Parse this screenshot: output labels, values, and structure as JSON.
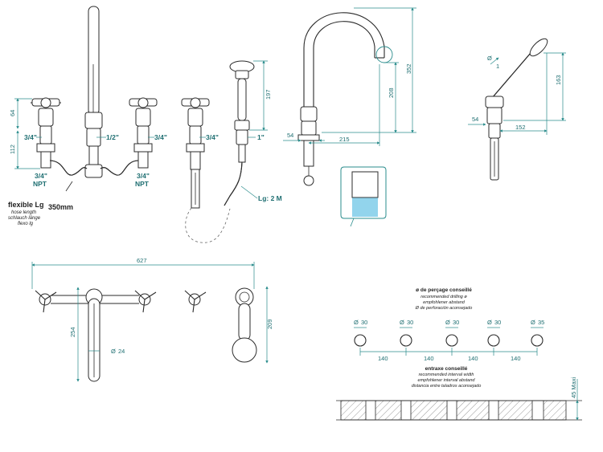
{
  "colors": {
    "dimension": "#2a8c8c",
    "dimension_text": "#1f6f72",
    "line": "#2b2b2b",
    "water": "#6ec6e6"
  },
  "front_view": {
    "dim_64": "64",
    "dim_112": "112",
    "left_thread": "3/4\"",
    "spout_thread": "1/2\"",
    "right_thread": "3/4\"",
    "left_npt_a": "3/4\"",
    "left_npt_b": "NPT",
    "right_npt_a": "3/4\"",
    "right_npt_b": "NPT",
    "hose_title": "flexible Lg",
    "hose_lines": [
      "hose length",
      "schlauch länge",
      "flexo lg"
    ],
    "hose_length": "350mm"
  },
  "diverter_view": {
    "thread": "3/4\""
  },
  "handshower_view": {
    "dim_197": "197",
    "thread": "1\"",
    "hose_length": "Lg: 2 M"
  },
  "spout_view": {
    "dim_352": "352",
    "dim_208": "208",
    "dim_54": "54",
    "dim_215": "215"
  },
  "handset_view": {
    "dim_1": "1",
    "dim_163": "163",
    "dim_54": "54",
    "dim_152": "152"
  },
  "plan_view": {
    "dim_627": "627",
    "dim_254": "254",
    "dim_24": "24",
    "dim_209": "209"
  },
  "drilling": {
    "title": "ø de perçage conseillé",
    "subtitle_lines": [
      "recommended drilling ø",
      "empfohlener abstand",
      "Ø de perforación aconsejado"
    ],
    "hole_labels": [
      "30",
      "30",
      "30",
      "30",
      "35"
    ],
    "spacings": [
      "140",
      "140",
      "140",
      "140"
    ]
  },
  "spacing": {
    "title": "entraxe conseillé",
    "subtitle_lines": [
      "recommended interval width",
      "empfohlener interval abstand",
      "distancia entre taladros aconsejado"
    ],
    "max_label": "45 Maxi"
  }
}
